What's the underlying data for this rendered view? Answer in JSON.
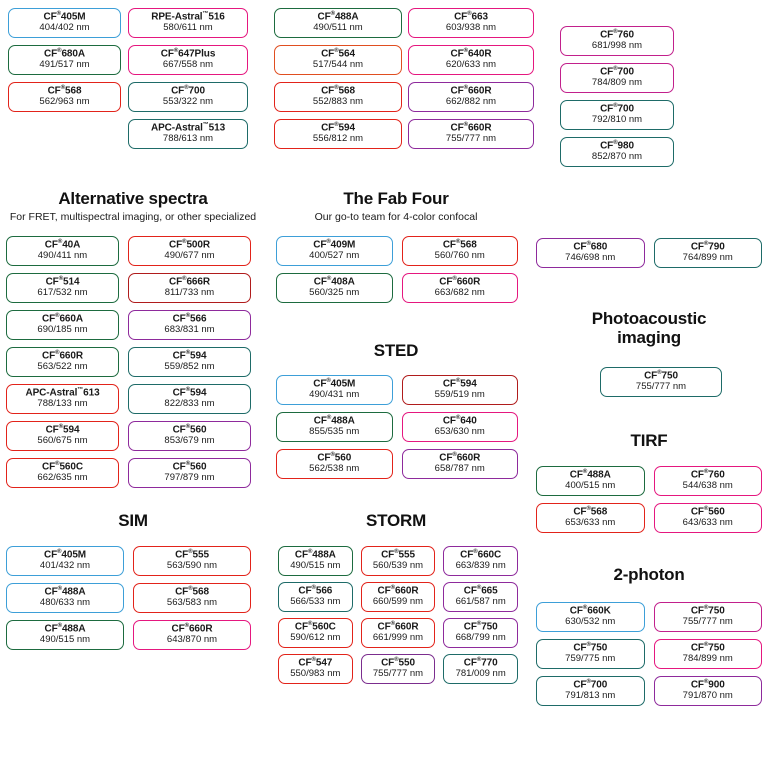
{
  "meta": {
    "page_kind": "fluorescent-dye-selection-chart",
    "unit_suffix": "nm",
    "trademark_glyph": "®",
    "tm_glyph": "™"
  },
  "colors": {
    "blue": "#3d9fd8",
    "green": "#1d6b3f",
    "teal": "#1e6b68",
    "red": "#e2231a",
    "darkred": "#b01c1c",
    "orange": "#e04e20",
    "pink": "#e5177f",
    "magenta": "#c2208c",
    "purple": "#8e2a9c",
    "violet": "#7b2d8e",
    "text": "#1a1a1a",
    "background": "#ffffff"
  },
  "top_group": {
    "col_a": [
      {
        "name": "CF",
        "sup": "®",
        "suffix": "405M",
        "value": "404/402 nm",
        "color": "blue"
      },
      {
        "name": "CF",
        "sup": "®",
        "suffix": "680A",
        "value": "491/517 nm",
        "color": "green"
      },
      {
        "name": "CF",
        "sup": "®",
        "suffix": "568",
        "value": "562/963 nm",
        "color": "red"
      }
    ],
    "col_b": [
      {
        "name": "RPE-Astral",
        "sup": "™",
        "suffix": "516",
        "value": "580/611 nm",
        "color": "pink"
      },
      {
        "name": "CF",
        "sup": "®",
        "suffix": "647Plus",
        "value": "667/558 nm",
        "color": "pink"
      },
      {
        "name": "CF",
        "sup": "®",
        "suffix": "700",
        "value": "553/322 nm",
        "color": "teal"
      },
      {
        "name": "APC-Astral",
        "sup": "™",
        "suffix": "513",
        "value": "788/613 nm",
        "color": "teal"
      }
    ],
    "col_c": [
      {
        "name": "CF",
        "sup": "®",
        "suffix": "488A",
        "value": "490/511 nm",
        "color": "green"
      },
      {
        "name": "CF",
        "sup": "®",
        "suffix": "564",
        "value": "517/544 nm",
        "color": "orange"
      },
      {
        "name": "CF",
        "sup": "®",
        "suffix": "568",
        "value": "552/883 nm",
        "color": "red"
      },
      {
        "name": "CF",
        "sup": "®",
        "suffix": "594",
        "value": "556/812 nm",
        "color": "red"
      }
    ],
    "col_d": [
      {
        "name": "CF",
        "sup": "®",
        "suffix": "663",
        "value": "603/938 nm",
        "color": "pink"
      },
      {
        "name": "CF",
        "sup": "®",
        "suffix": "640R",
        "value": "620/633 nm",
        "color": "pink"
      },
      {
        "name": "CF",
        "sup": "®",
        "suffix": "660R",
        "value": "662/882 nm",
        "color": "purple"
      },
      {
        "name": "CF",
        "sup": "®",
        "suffix": "660R",
        "value": "755/777 nm",
        "color": "purple"
      }
    ],
    "col_e": [
      {
        "name": "CF",
        "sup": "®",
        "suffix": "760",
        "value": "681/998 nm",
        "color": "magenta"
      },
      {
        "name": "CF",
        "sup": "®",
        "suffix": "700",
        "value": "784/809 nm",
        "color": "magenta"
      },
      {
        "name": "CF",
        "sup": "®",
        "suffix": "700",
        "value": "792/810 nm",
        "color": "teal"
      },
      {
        "name": "CF",
        "sup": "®",
        "suffix": "980",
        "value": "852/870 nm",
        "color": "teal"
      }
    ]
  },
  "alternative_spectra": {
    "title": "Alternative spectra",
    "subtitle": "For FRET, multispectral imaging, or other specialized",
    "col_left": [
      {
        "name": "CF",
        "sup": "®",
        "suffix": "40A",
        "value": "490/411 nm",
        "color": "green"
      },
      {
        "name": "CF",
        "sup": "®",
        "suffix": "514",
        "value": "617/532 nm",
        "color": "green"
      },
      {
        "name": "CF",
        "sup": "®",
        "suffix": "660A",
        "value": "690/185 nm",
        "color": "green"
      },
      {
        "name": "CF",
        "sup": "®",
        "suffix": "660R",
        "value": "563/522 nm",
        "color": "green"
      },
      {
        "name": "APC-Astral",
        "sup": "™",
        "suffix": "613",
        "value": "788/133 nm",
        "color": "red"
      },
      {
        "name": "CF",
        "sup": "®",
        "suffix": "594",
        "value": "560/675 nm",
        "color": "red"
      },
      {
        "name": "CF",
        "sup": "®",
        "suffix": "560C",
        "value": "662/635 nm",
        "color": "red"
      }
    ],
    "col_right": [
      {
        "name": "CF",
        "sup": "®",
        "suffix": "500R",
        "value": "490/677 nm",
        "color": "red"
      },
      {
        "name": "CF",
        "sup": "®",
        "suffix": "666R",
        "value": "811/733 nm",
        "color": "darkred"
      },
      {
        "name": "CF",
        "sup": "®",
        "suffix": "566",
        "value": "683/831 nm",
        "color": "purple"
      },
      {
        "name": "CF",
        "sup": "®",
        "suffix": "594",
        "value": "559/852 nm",
        "color": "teal"
      },
      {
        "name": "CF",
        "sup": "®",
        "suffix": "594",
        "value": "822/833 nm",
        "color": "teal"
      },
      {
        "name": "CF",
        "sup": "®",
        "suffix": "560",
        "value": "853/679 nm",
        "color": "purple"
      },
      {
        "name": "CF",
        "sup": "®",
        "suffix": "560",
        "value": "797/879 nm",
        "color": "purple"
      }
    ]
  },
  "fab_four": {
    "title": "The Fab Four",
    "subtitle": "Our go-to team for 4-color confocal",
    "items": [
      {
        "name": "CF",
        "sup": "®",
        "suffix": "409M",
        "value": "400/527 nm",
        "color": "blue"
      },
      {
        "name": "CF",
        "sup": "®",
        "suffix": "568",
        "value": "560/760 nm",
        "color": "red"
      },
      {
        "name": "CF",
        "sup": "®",
        "suffix": "408A",
        "value": "560/325 nm",
        "color": "green"
      },
      {
        "name": "CF",
        "sup": "®",
        "suffix": "660R",
        "value": "663/682 nm",
        "color": "pink"
      }
    ]
  },
  "sted": {
    "title": "STED",
    "items": [
      {
        "name": "CF",
        "sup": "®",
        "suffix": "405M",
        "value": "490/431 nm",
        "color": "blue"
      },
      {
        "name": "CF",
        "sup": "®",
        "suffix": "594",
        "value": "559/519 nm",
        "color": "darkred"
      },
      {
        "name": "CF",
        "sup": "®",
        "suffix": "488A",
        "value": "855/535 nm",
        "color": "green"
      },
      {
        "name": "CF",
        "sup": "®",
        "suffix": "640",
        "value": "653/630 nm",
        "color": "pink"
      },
      {
        "name": "CF",
        "sup": "®",
        "suffix": "560",
        "value": "562/538 nm",
        "color": "red"
      },
      {
        "name": "CF",
        "sup": "®",
        "suffix": "660R",
        "value": "658/787 nm",
        "color": "purple"
      }
    ]
  },
  "sim": {
    "title": "SIM",
    "items": [
      {
        "name": "CF",
        "sup": "®",
        "suffix": "405M",
        "value": "401/432 nm",
        "color": "blue"
      },
      {
        "name": "CF",
        "sup": "®",
        "suffix": "555",
        "value": "563/590 nm",
        "color": "red"
      },
      {
        "name": "CF",
        "sup": "®",
        "suffix": "488A",
        "value": "480/633 nm",
        "color": "blue"
      },
      {
        "name": "CF",
        "sup": "®",
        "suffix": "568",
        "value": "563/583 nm",
        "color": "red"
      },
      {
        "name": "CF",
        "sup": "®",
        "suffix": "488A",
        "value": "490/515 nm",
        "color": "green"
      },
      {
        "name": "CF",
        "sup": "®",
        "suffix": "660R",
        "value": "643/870 nm",
        "color": "pink"
      }
    ]
  },
  "storm": {
    "title": "STORM",
    "items": [
      {
        "name": "CF",
        "sup": "®",
        "suffix": "488A",
        "value": "490/515 nm",
        "color": "green"
      },
      {
        "name": "CF",
        "sup": "®",
        "suffix": "555",
        "value": "560/539 nm",
        "color": "red"
      },
      {
        "name": "CF",
        "sup": "®",
        "suffix": "660C",
        "value": "663/839 nm",
        "color": "purple"
      },
      {
        "name": "CF",
        "sup": "®",
        "suffix": "566",
        "value": "566/533 nm",
        "color": "teal"
      },
      {
        "name": "CF",
        "sup": "®",
        "suffix": "660R",
        "value": "660/599 nm",
        "color": "red"
      },
      {
        "name": "CF",
        "sup": "®",
        "suffix": "665",
        "value": "661/587 nm",
        "color": "purple"
      },
      {
        "name": "CF",
        "sup": "®",
        "suffix": "560C",
        "value": "590/612 nm",
        "color": "red"
      },
      {
        "name": "CF",
        "sup": "®",
        "suffix": "660R",
        "value": "661/999 nm",
        "color": "red"
      },
      {
        "name": "CF",
        "sup": "®",
        "suffix": "750",
        "value": "668/799 nm",
        "color": "purple"
      },
      {
        "name": "CF",
        "sup": "®",
        "suffix": "547",
        "value": "550/983 nm",
        "color": "red"
      },
      {
        "name": "CF",
        "sup": "®",
        "suffix": "550",
        "value": "755/777 nm",
        "color": "violet"
      },
      {
        "name": "CF",
        "sup": "®",
        "suffix": "770",
        "value": "781/009 nm",
        "color": "teal"
      }
    ]
  },
  "right_pair": {
    "items": [
      {
        "name": "CF",
        "sup": "®",
        "suffix": "680",
        "value": "746/698 nm",
        "color": "purple"
      },
      {
        "name": "CF",
        "sup": "®",
        "suffix": "790",
        "value": "764/899 nm",
        "color": "teal"
      }
    ]
  },
  "photoacoustic": {
    "title_line1": "Photoacoustic",
    "title_line2": "imaging",
    "items": [
      {
        "name": "CF",
        "sup": "®",
        "suffix": "750",
        "value": "755/777 nm",
        "color": "teal"
      }
    ]
  },
  "tirf": {
    "title": "TIRF",
    "items": [
      {
        "name": "CF",
        "sup": "®",
        "suffix": "488A",
        "value": "400/515 nm",
        "color": "green"
      },
      {
        "name": "CF",
        "sup": "®",
        "suffix": "760",
        "value": "544/638 nm",
        "color": "pink"
      },
      {
        "name": "CF",
        "sup": "®",
        "suffix": "568",
        "value": "653/633 nm",
        "color": "red"
      },
      {
        "name": "CF",
        "sup": "®",
        "suffix": "560",
        "value": "643/633 nm",
        "color": "pink"
      }
    ]
  },
  "two_photon": {
    "title": "2-photon",
    "items": [
      {
        "name": "CF",
        "sup": "®",
        "suffix": "660K",
        "value": "630/532 nm",
        "color": "blue"
      },
      {
        "name": "CF",
        "sup": "®",
        "suffix": "750",
        "value": "755/777 nm",
        "color": "magenta"
      },
      {
        "name": "CF",
        "sup": "®",
        "suffix": "750",
        "value": "759/775 nm",
        "color": "teal"
      },
      {
        "name": "CF",
        "sup": "®",
        "suffix": "750",
        "value": "784/899 nm",
        "color": "pink"
      },
      {
        "name": "CF",
        "sup": "®",
        "suffix": "700",
        "value": "791/813 nm",
        "color": "teal"
      },
      {
        "name": "CF",
        "sup": "®",
        "suffix": "900",
        "value": "791/870 nm",
        "color": "purple"
      }
    ]
  }
}
